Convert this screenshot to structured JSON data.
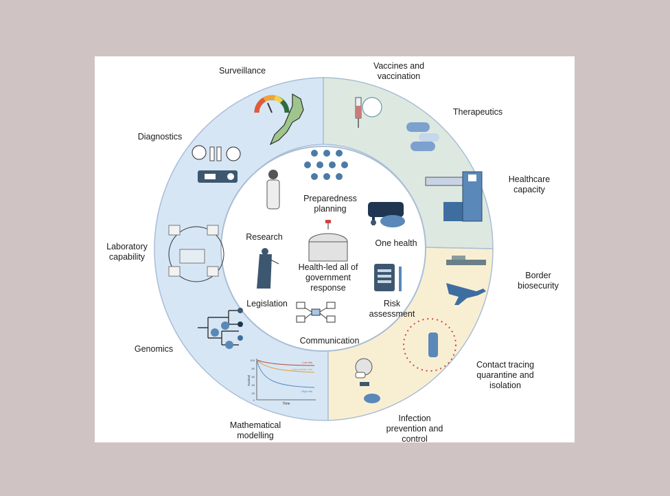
{
  "outer_sectors": {
    "surveillance": "Surveillance",
    "diagnostics": "Diagnostics",
    "laboratory": "Laboratory\ncapability",
    "genomics": "Genomics",
    "modelling": "Mathematical\nmodelling",
    "vaccines": "Vaccines and\nvaccination",
    "therapeutics": "Therapeutics",
    "healthcare": "Healthcare\ncapacity",
    "border": "Border\nbiosecurity",
    "contact": "Contact tracing\nquarantine and\nisolation",
    "infection": "Infection\nprevention and\ncontrol"
  },
  "inner_items": {
    "preparedness": "Preparedness\nplanning",
    "research": "Research",
    "one_health": "One health",
    "center": "Health-led all of\ngovernment\nresponse",
    "legislation": "Legislation",
    "risk": "Risk\nassessment",
    "communication": "Communication"
  },
  "survival_chart": {
    "ylabel": "Survival",
    "xlabel": "Time",
    "ticks": [
      "100",
      "80",
      "60",
      "40",
      "20",
      "0"
    ],
    "series": [
      "Low risk",
      "Intermediate risk",
      "High risk"
    ]
  },
  "colors": {
    "blue_sector": "#d6e6f5",
    "green_sector": "#dde8e0",
    "yellow_sector": "#f8efd3",
    "ring_border": "#a9bdd6",
    "icon_dark": "#3e5770",
    "icon_blue": "#5a88b8"
  },
  "icons": [
    "gauge-icon",
    "new-zealand-map-icon",
    "test-tube-icon",
    "rapid-test-icon",
    "pcr-machine-icon",
    "phylogenetic-tree-icon",
    "virus-icon",
    "syringe-icon",
    "capsule-icon",
    "hospital-icon",
    "ship-icon",
    "airplane-icon",
    "contact-network-icon",
    "mask-person-icon",
    "handwash-icon",
    "people-network-icon",
    "scientist-icon",
    "parliament-icon",
    "cow-icon",
    "pig-icon",
    "justice-icon",
    "checklist-icon",
    "computer-network-icon"
  ]
}
